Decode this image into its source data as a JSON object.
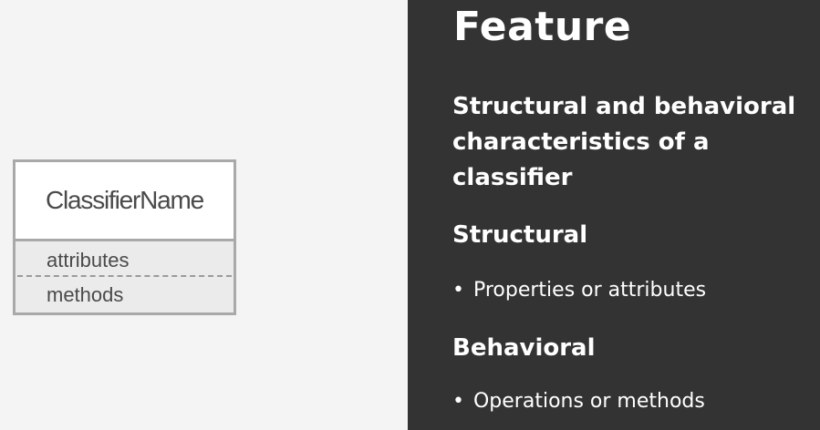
{
  "uml_class": {
    "name": "ClassifierName",
    "attributes": "attributes",
    "methods": "methods"
  },
  "slide": {
    "title": "Feature",
    "subtitle": "Structural and behavioral characteristics of a classifier",
    "sections": [
      {
        "heading": "Structural",
        "bullet": "Properties or attributes"
      },
      {
        "heading": "Behavioral",
        "bullet": "Operations or methods"
      }
    ],
    "bullet_glyph": "•"
  },
  "colors": {
    "left_background": "#f4f4f4",
    "right_background": "#333333",
    "uml_border": "#a9a9a9",
    "uml_compartment": "#ebebeb",
    "text_light": "#ffffff",
    "text_dark": "#4a4a4a"
  }
}
